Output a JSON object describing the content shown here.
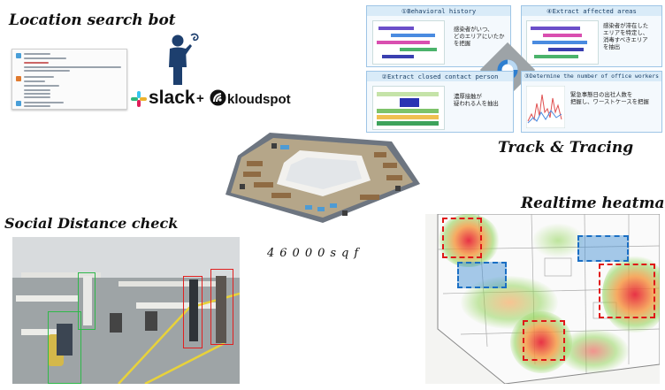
{
  "headings": {
    "location_search_bot": "Location search bot",
    "track_tracing": "Track & Tracing",
    "realtime_heatmap": "Realtime heatmap",
    "social_distance": "Social Distance check"
  },
  "area_label": "46000sqf",
  "logos": {
    "slack": "slack",
    "plus": "+",
    "kloudspot": "kloudspot"
  },
  "tracing_panels": [
    {
      "title": "①Behavioral history",
      "desc": "感染者がいつ、\nどのエリアにいたか\nを把握"
    },
    {
      "title": "④Extract affected areas",
      "desc": "感染者が滞在した\nエリアを特定し、\n消毒すべきエリア\nを抽出"
    },
    {
      "title": "②Extract closed contact person",
      "desc": "濃厚接触が\n疑われる人を抽出"
    },
    {
      "title": "③Determine the number of office workers",
      "desc": "緊急事態日の出社人数を\n把握し、ワーストケースを把握"
    }
  ],
  "colors": {
    "panel_border": "#9ec5e6",
    "detect_green": "#2fb84a",
    "detect_red": "#e02020",
    "heat_dash": "#e01818",
    "zone_blue": "#1b6fc4"
  },
  "icons": [
    "person-thinking-icon",
    "slack-icon",
    "kloudspot-icon"
  ]
}
